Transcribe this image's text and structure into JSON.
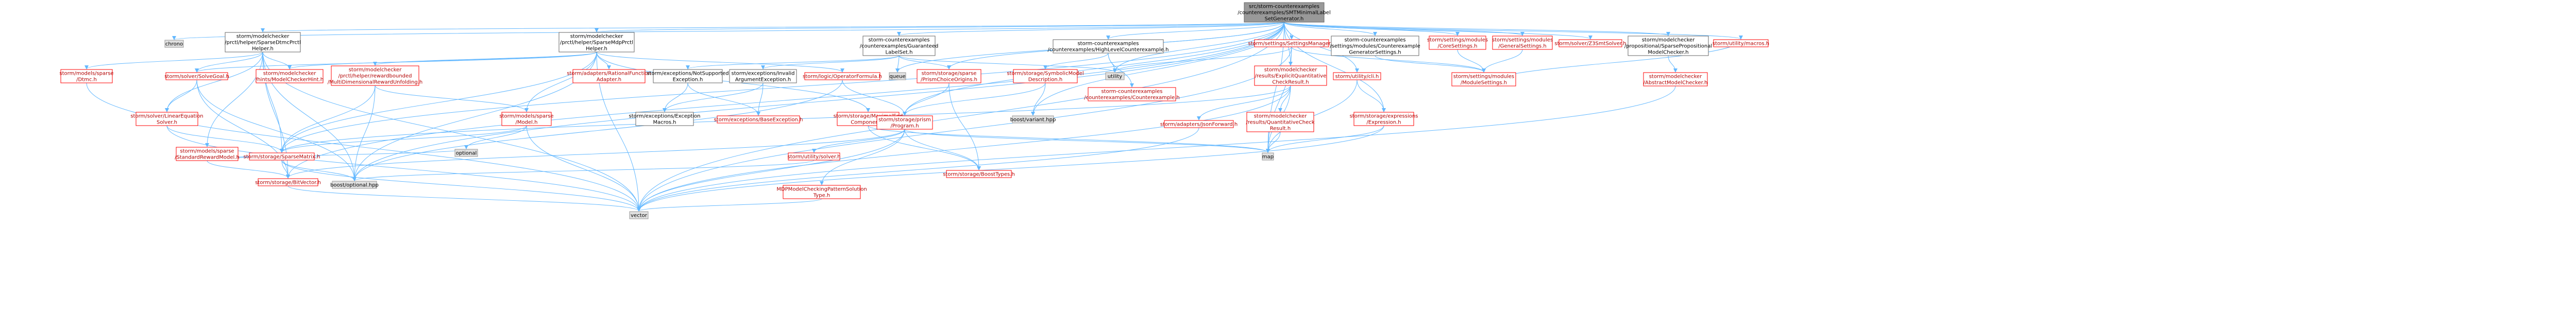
{
  "colors": {
    "root_fill": "#999999",
    "node_fill": "#ffffff",
    "node_border": "#666666",
    "gray_fill": "#e0e0e0",
    "gray_border": "#999999",
    "red_border": "#ff0000",
    "edge": "#63b8ff",
    "text": "#000000",
    "red_text": "#b30000"
  },
  "nodes": [
    {
      "id": "root",
      "lines": [
        "src/storm-counterexamples",
        "/counterexamples/SMTMinimalLabel",
        "SetGenerator.h"
      ],
      "style": "root"
    },
    {
      "id": "chrono",
      "lines": [
        "chrono"
      ],
      "style": "gray"
    },
    {
      "id": "dftsh",
      "lines": [
        "storm/modelchecker",
        "/prctl/helper/SparseDtmcPrctl",
        "Helper.h"
      ],
      "style": "normal"
    },
    {
      "id": "mdph",
      "lines": [
        "storm/modelchecker",
        "/prctl/helper/SparseMdpPrctl",
        "Helper.h"
      ],
      "style": "normal"
    },
    {
      "id": "glsh",
      "lines": [
        "storm-counterexamples",
        "/counterexamples/Guaranteed",
        "LabelSet.h"
      ],
      "style": "normal"
    },
    {
      "id": "hlce",
      "lines": [
        "storm-counterexamples",
        "/counterexamples/HighLevelCounterexample.h"
      ],
      "style": "normal"
    },
    {
      "id": "ssm",
      "lines": [
        "storm/settings/SettingsManager.h"
      ],
      "style": "red"
    },
    {
      "id": "cegs",
      "lines": [
        "storm-counterexamples",
        "/settings/modules/Counterexample",
        "GeneratorSettings.h"
      ],
      "style": "normal"
    },
    {
      "id": "cors",
      "lines": [
        "storm/settings/modules",
        "/CoreSettings.h"
      ],
      "style": "red"
    },
    {
      "id": "gens",
      "lines": [
        "storm/settings/modules",
        "/GeneralSettings.h"
      ],
      "style": "red"
    },
    {
      "id": "z3s",
      "lines": [
        "storm/solver/Z3SmtSolver.h"
      ],
      "style": "red"
    },
    {
      "id": "spmc",
      "lines": [
        "storm/modelchecker",
        "/propositional/SparsePropositional",
        "ModelChecker.h"
      ],
      "style": "normal"
    },
    {
      "id": "macros",
      "lines": [
        "storm/utility/macros.h"
      ],
      "style": "red"
    },
    {
      "id": "dtmc",
      "lines": [
        "storm/models/sparse",
        "/Dtmc.h"
      ],
      "style": "red"
    },
    {
      "id": "solve",
      "lines": [
        "storm/solver/SolveGoal.h"
      ],
      "style": "red"
    },
    {
      "id": "hint",
      "lines": [
        "storm/modelchecker",
        "/hints/ModelCheckerHint.h"
      ],
      "style": "red"
    },
    {
      "id": "rewunf",
      "lines": [
        "storm/modelchecker",
        "/prctl/helper/rewardbounded",
        "/MultiDimensionalRewardUnfolding.h"
      ],
      "style": "red"
    },
    {
      "id": "ratfun",
      "lines": [
        "storm/adapters/RationalFunction",
        "Adapter.h"
      ],
      "style": "red"
    },
    {
      "id": "notsup",
      "lines": [
        "storm/exceptions/NotSupported",
        "Exception.h"
      ],
      "style": "normal"
    },
    {
      "id": "invarg",
      "lines": [
        "storm/exceptions/Invalid",
        "ArgumentException.h"
      ],
      "style": "normal"
    },
    {
      "id": "logop",
      "lines": [
        "storm/logic/OperatorFormula.h"
      ],
      "style": "red"
    },
    {
      "id": "queue",
      "lines": [
        "queue"
      ],
      "style": "gray"
    },
    {
      "id": "utility",
      "lines": [
        "utility"
      ],
      "style": "gray"
    },
    {
      "id": "spco",
      "lines": [
        "storm/storage/sparse",
        "/PrismChoiceOrigins.h"
      ],
      "style": "red"
    },
    {
      "id": "symmd",
      "lines": [
        "storm/storage/SymbolicModel",
        "Description.h"
      ],
      "style": "red"
    },
    {
      "id": "ceh",
      "lines": [
        "storm-counterexamples",
        "/counterexamples/Counterexample.h"
      ],
      "style": "red"
    },
    {
      "id": "eqcr",
      "lines": [
        "storm/modelchecker",
        "/results/ExplicitQuantitative",
        "CheckResult.h"
      ],
      "style": "red"
    },
    {
      "id": "cli",
      "lines": [
        "storm/utility/cli.h"
      ],
      "style": "red"
    },
    {
      "id": "modset",
      "lines": [
        "storm/settings/modules",
        "/ModuleSettings.h"
      ],
      "style": "red"
    },
    {
      "id": "amc",
      "lines": [
        "storm/modelchecker",
        "/AbstractModelChecker.h"
      ],
      "style": "red"
    },
    {
      "id": "linsolve",
      "lines": [
        "storm/solver/LinearEquation",
        "Solver.h"
      ],
      "style": "red"
    },
    {
      "id": "srm",
      "lines": [
        "storm/models/sparse",
        "/StandardRewardModel.h"
      ],
      "style": "red"
    },
    {
      "id": "smodel",
      "lines": [
        "storm/models/sparse",
        "/Model.h"
      ],
      "style": "red"
    },
    {
      "id": "excm",
      "lines": [
        "storm/exceptions/Exception",
        "Macros.h"
      ],
      "style": "normal"
    },
    {
      "id": "basee",
      "lines": [
        "storm/exceptions/BaseException.h"
      ],
      "style": "red"
    },
    {
      "id": "mec",
      "lines": [
        "storm/storage/MaximalEnd",
        "Component.h"
      ],
      "style": "red"
    },
    {
      "id": "prism",
      "lines": [
        "storm/storage/prism",
        "/Program.h"
      ],
      "style": "red"
    },
    {
      "id": "bvar",
      "lines": [
        "boost/variant.hpp"
      ],
      "style": "gray"
    },
    {
      "id": "qcr",
      "lines": [
        "storm/modelchecker",
        "/results/QuantitativeCheck",
        "Result.h"
      ],
      "style": "red"
    },
    {
      "id": "json",
      "lines": [
        "storm/adapters/JsonForward.h"
      ],
      "style": "red"
    },
    {
      "id": "expr",
      "lines": [
        "storm/storage/expressions",
        "/Expression.h"
      ],
      "style": "red"
    },
    {
      "id": "optional",
      "lines": [
        "optional"
      ],
      "style": "gray"
    },
    {
      "id": "sparsem",
      "lines": [
        "storm/storage/SparseMatrix.h"
      ],
      "style": "red"
    },
    {
      "id": "usolver",
      "lines": [
        "storm/utility/solver.h"
      ],
      "style": "red"
    },
    {
      "id": "map",
      "lines": [
        "map"
      ],
      "style": "gray"
    },
    {
      "id": "boostt",
      "lines": [
        "storm/storage/BoostTypes.h"
      ],
      "style": "red"
    },
    {
      "id": "bitv",
      "lines": [
        "storm/storage/BitVector.h"
      ],
      "style": "red"
    },
    {
      "id": "bopt",
      "lines": [
        "boost/optional.hpp"
      ],
      "style": "gray"
    },
    {
      "id": "mcpt",
      "lines": [
        "MDPModelCheckingPatternSolution",
        "Type.h"
      ],
      "style": "red"
    },
    {
      "id": "vector",
      "lines": [
        "vector"
      ],
      "style": "gray"
    }
  ]
}
